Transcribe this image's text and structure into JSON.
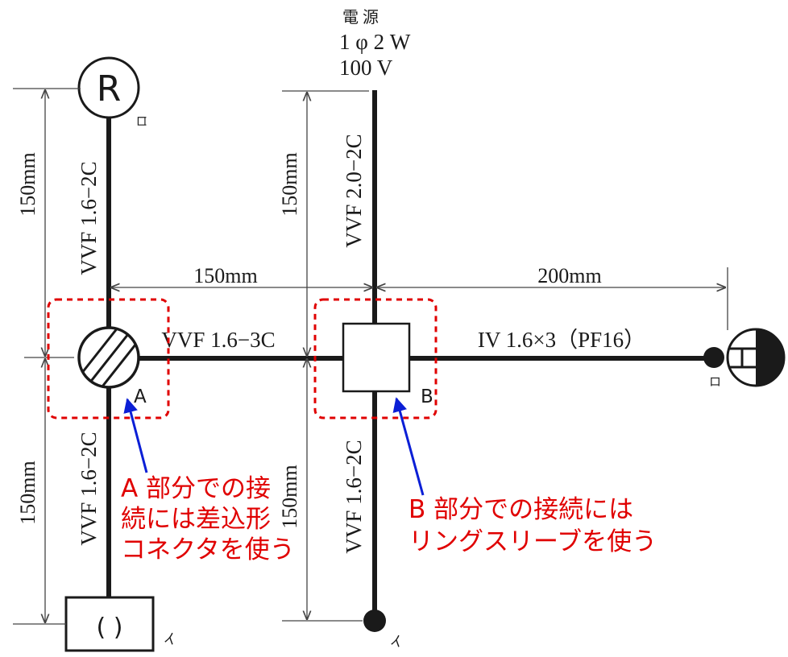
{
  "power_source": {
    "label": "電 源",
    "phase": "1 φ 2 W",
    "voltage": "100 V"
  },
  "symbols": {
    "receptacle_letter": "R",
    "outlet_symbol": "( )"
  },
  "switch_labels": {
    "ro_top": "ロ",
    "ro_right": "ロ",
    "i_bottom_left": "イ",
    "i_bottom_center": "イ"
  },
  "cables": {
    "left_upper": "VVF 1.6−2C",
    "left_lower": "VVF 1.6−2C",
    "center_upper": "VVF 2.0−2C",
    "center_lower": "VVF 1.6−2C",
    "horizontal_left": "VVF 1.6−3C",
    "horizontal_right": "IV 1.6×3（PF16）"
  },
  "dimensions": {
    "left_upper": "150mm",
    "left_lower": "150mm",
    "center_upper": "150mm",
    "center_lower": "150mm",
    "horizontal_left": "150mm",
    "horizontal_right": "200mm"
  },
  "junction_labels": {
    "a": "A",
    "b": "B"
  },
  "notes": {
    "a_line1": "A 部分での接",
    "a_line2": "続には差込形",
    "a_line3": "コネクタを使う",
    "b_line1": "B 部分での接続には",
    "b_line2": "リングスリーブを使う"
  },
  "colors": {
    "annotation": "#e00000",
    "arrow": "#0b1fd6",
    "wire": "#1a1a1a"
  }
}
